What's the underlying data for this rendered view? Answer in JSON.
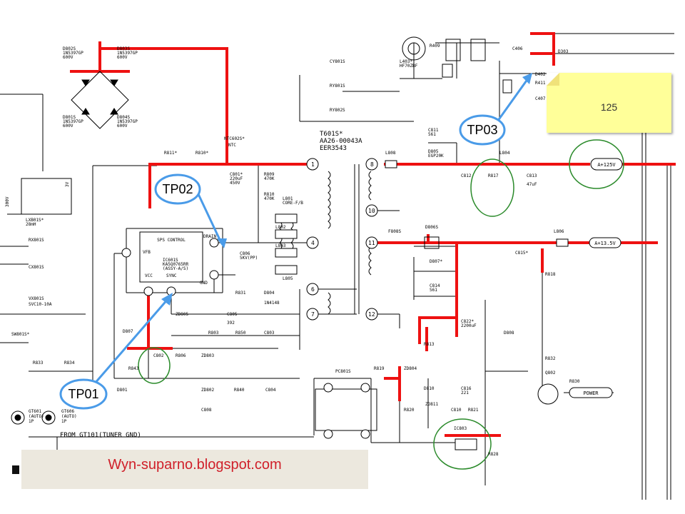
{
  "callouts": {
    "tp01": "TP01",
    "tp02": "TP02",
    "tp03": "TP03"
  },
  "note": {
    "text": "125"
  },
  "watermark": {
    "text": "Wyn-suparno.blogspot.com"
  },
  "ic": {
    "title": "SPS CONTROL",
    "ref": "IC601S",
    "part": "KA5Q0765RR",
    "assy": "(ASSY-A/S)",
    "pins": {
      "vfb": "VFB",
      "drain": "DRAIN",
      "vcc": "VCC",
      "sync": "SYNC",
      "gnd": "GND"
    }
  },
  "transformer": {
    "ref": "T601S*",
    "part": "AA26-00043A",
    "model": "EER3543",
    "pins": [
      "1",
      "4",
      "6",
      "7",
      "8",
      "10",
      "11",
      "12"
    ]
  },
  "diodes": {
    "d802s": "D802S",
    "d803s": "D803S",
    "d801s": "D801S",
    "d804s": "D804S",
    "part1": "1N5397GP",
    "part2": "600V"
  },
  "outputs": {
    "a125": "A+125V",
    "a13": "A+13.5V",
    "power": "POWER"
  },
  "labels": {
    "ntc": "NTC602S*",
    "ntc2": "NTC",
    "r811": "R811*",
    "r810": "R810*",
    "c801": "C801*",
    "c801v": "220uF",
    "c801vv": "450V",
    "r809": "R809",
    "r809v": "470K",
    "r810b": "R810",
    "r810v": "470K",
    "l801": "L801",
    "l802": "L802",
    "l803": "L803",
    "l805": "L805",
    "core": "CORE-F/B",
    "c806": "C806",
    "c806v": "5KV(PP)",
    "r831": "R831",
    "d804": "D804",
    "d804v": "1N4148",
    "c803": "C803",
    "r803": "R803",
    "r850": "R850",
    "c805": "C805",
    "c805v": "392",
    "zd805": "ZD805",
    "zd803": "ZD803",
    "d807": "D807",
    "c802": "C802",
    "r806": "R806",
    "r843": "R843",
    "d801": "D801",
    "zd802": "ZD802",
    "r840": "R840",
    "c804": "C804",
    "c808": "C808",
    "cy801": "CY801S",
    "ry801": "RY801S",
    "ry802": "RY802S",
    "l403": "L403*",
    "hf70": "HF70ZBF",
    "r409": "R409",
    "c406": "C406",
    "c407": "C407",
    "r411": "R411",
    "d303": "D303",
    "d402": "D402",
    "c811": "C811",
    "c811v": "561",
    "d805": "D805",
    "d805v": "EGP20K",
    "l808": "L808",
    "c812": "C812",
    "r817": "R817",
    "l804": "L804",
    "c813": "C813",
    "c813v": "47uF",
    "l806": "L806",
    "f808": "F808S",
    "d806": "D806S",
    "d807s": "D807*",
    "c815": "C815*",
    "c814": "C814",
    "c814v": "561",
    "c822": "C822*",
    "c822v": "2200uF",
    "d808": "D808",
    "r818": "R818",
    "r832": "R832",
    "q802": "Q802",
    "r830": "R830",
    "pc801": "PC801S",
    "r819": "R819",
    "r820": "R820",
    "r813": "R813",
    "zd804": "ZD804",
    "d810": "D810",
    "c816": "C816",
    "c816v": "221",
    "ic803": "IC803",
    "c810": "C810",
    "r821": "R821",
    "r828": "R828",
    "zd811": "ZD811",
    "lxb": "LXB01S*",
    "lxbv": "28mH",
    "rx": "RX801S",
    "cx": "CX801S",
    "vx": "VX801S",
    "svc": "SVC10-10A",
    "sw": "SW801S*",
    "r833": "R833",
    "r834": "R834",
    "gt601": "GT601",
    "gt601b": "(AUTO)",
    "gt601c": "1P",
    "gt606": "GT606",
    "gt606b": "(AUTO)",
    "gt606c": "1P",
    "from": "FROM GT101(TUNER GND)",
    "v300": "300V",
    "v3": "3V"
  }
}
